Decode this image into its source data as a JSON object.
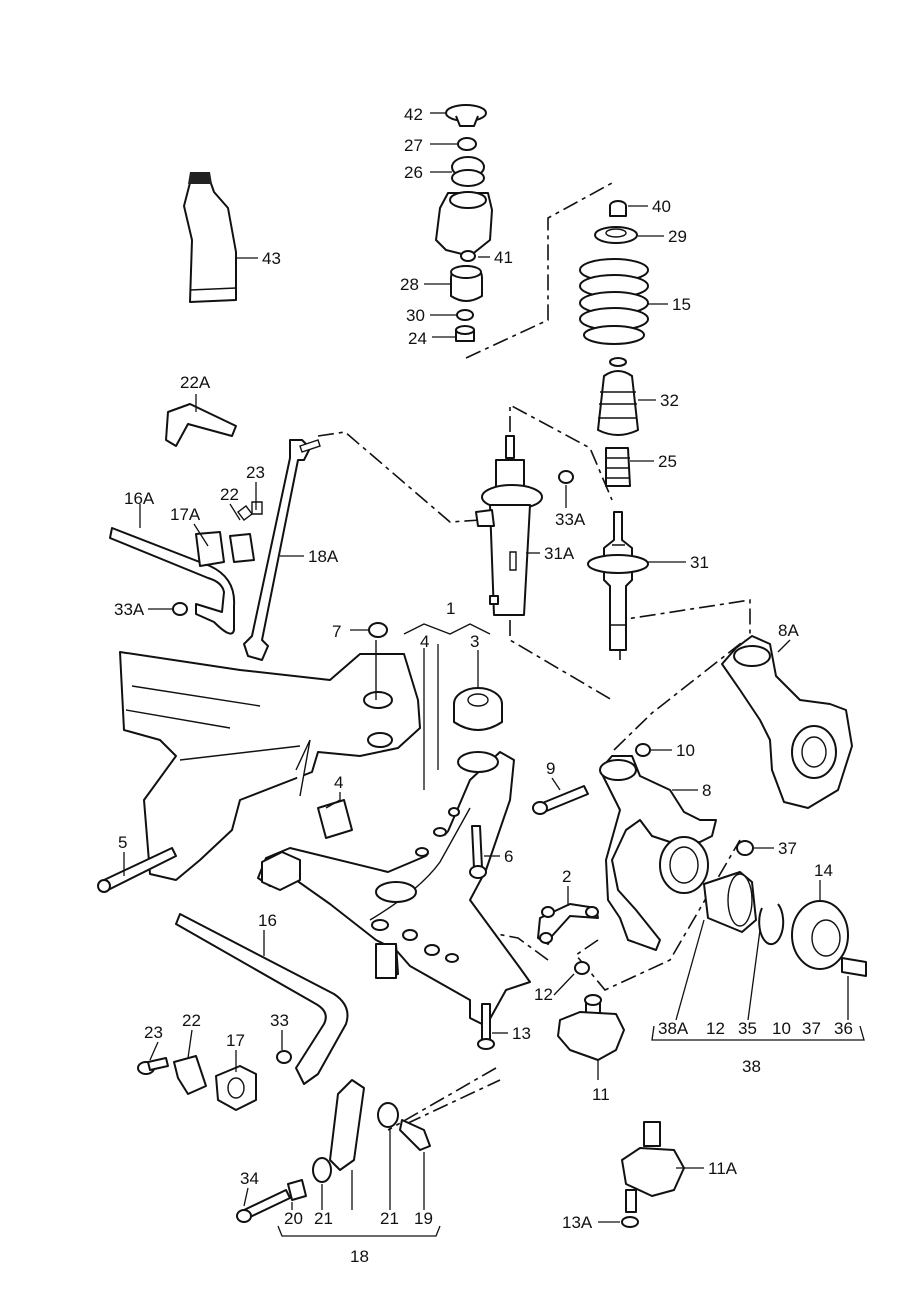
{
  "callouts": {
    "c42": "42",
    "c27": "27",
    "c26": "26",
    "c41": "41",
    "c28": "28",
    "c30": "30",
    "c24": "24",
    "c40": "40",
    "c29": "29",
    "c15": "15",
    "c32": "32",
    "c25": "25",
    "c33A_top": "33A",
    "c31": "31",
    "c31A": "31A",
    "c43": "43",
    "c22A": "22A",
    "c23_top": "23",
    "c22_top": "22",
    "c16A": "16A",
    "c17A": "17A",
    "c18A": "18A",
    "c33A_left": "33A",
    "c7": "7",
    "c1": "1",
    "c4_top": "4",
    "c3": "3",
    "c8A": "8A",
    "c10": "10",
    "c9": "9",
    "c8": "8",
    "c4_mid": "4",
    "c5": "5",
    "c6": "6",
    "c37": "37",
    "c14": "14",
    "c2": "2",
    "c16": "16",
    "c12_mid": "12",
    "c13": "13",
    "c23_bot": "23",
    "c22_bot": "22",
    "c17": "17",
    "c33_bot": "33",
    "c38A": "38A",
    "c12_bot": "12",
    "c35": "35",
    "c10_bot": "10",
    "c37_bot": "37",
    "c36": "36",
    "c38": "38",
    "c11": "11",
    "c11A": "11A",
    "c13A": "13A",
    "c34": "34",
    "c20": "20",
    "c21_left": "21",
    "c21_right": "21",
    "c19": "19",
    "c18": "18"
  }
}
